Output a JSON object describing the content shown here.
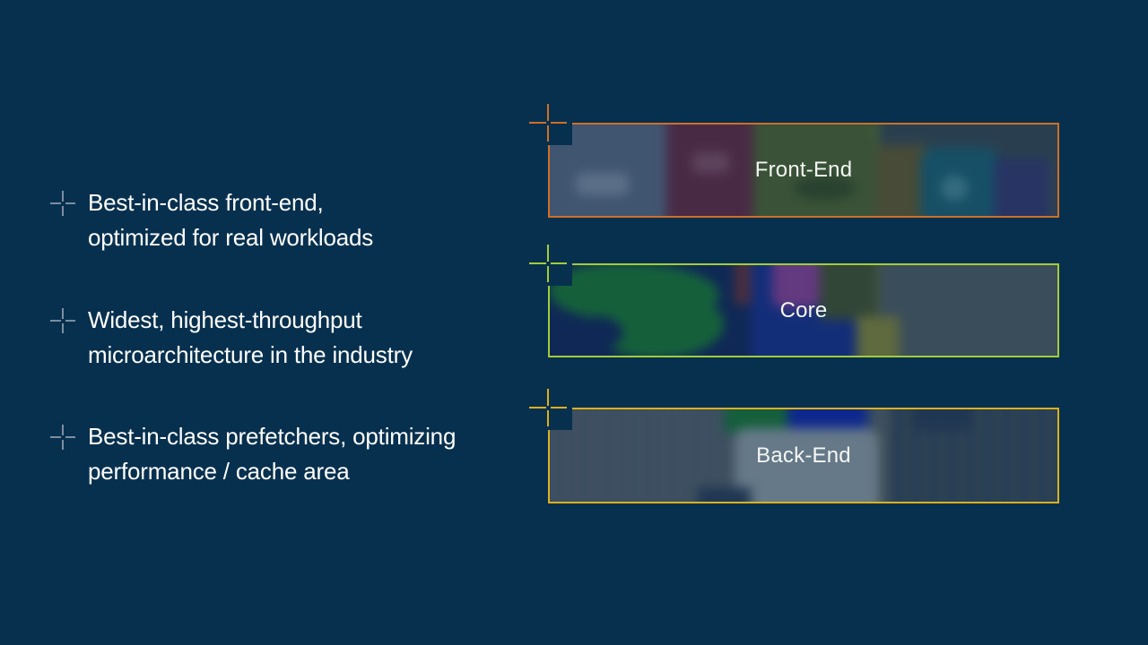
{
  "slide": {
    "background_color": "#07304f",
    "text_color": "#ffffff",
    "bullet_marker_icon": "plus-crosshair-icon",
    "bullet_marker_color": "#7d8ea0",
    "bullets": [
      {
        "lines": [
          "Best-in-class front-end,",
          "optimized for real workloads"
        ]
      },
      {
        "lines": [
          "Widest, highest-throughput",
          "microarchitecture in the industry"
        ]
      },
      {
        "lines": [
          "Best-in-class prefetchers, optimizing",
          "performance / cache area"
        ]
      }
    ],
    "regions": [
      {
        "label": "Front-End",
        "accent_color": "#d06f26",
        "marker_icon": "plus-crosshair-icon"
      },
      {
        "label": "Core",
        "accent_color": "#a3cc37",
        "marker_icon": "plus-crosshair-icon"
      },
      {
        "label": "Back-End",
        "accent_color": "#dcb01e",
        "marker_icon": "plus-crosshair-icon"
      }
    ]
  }
}
